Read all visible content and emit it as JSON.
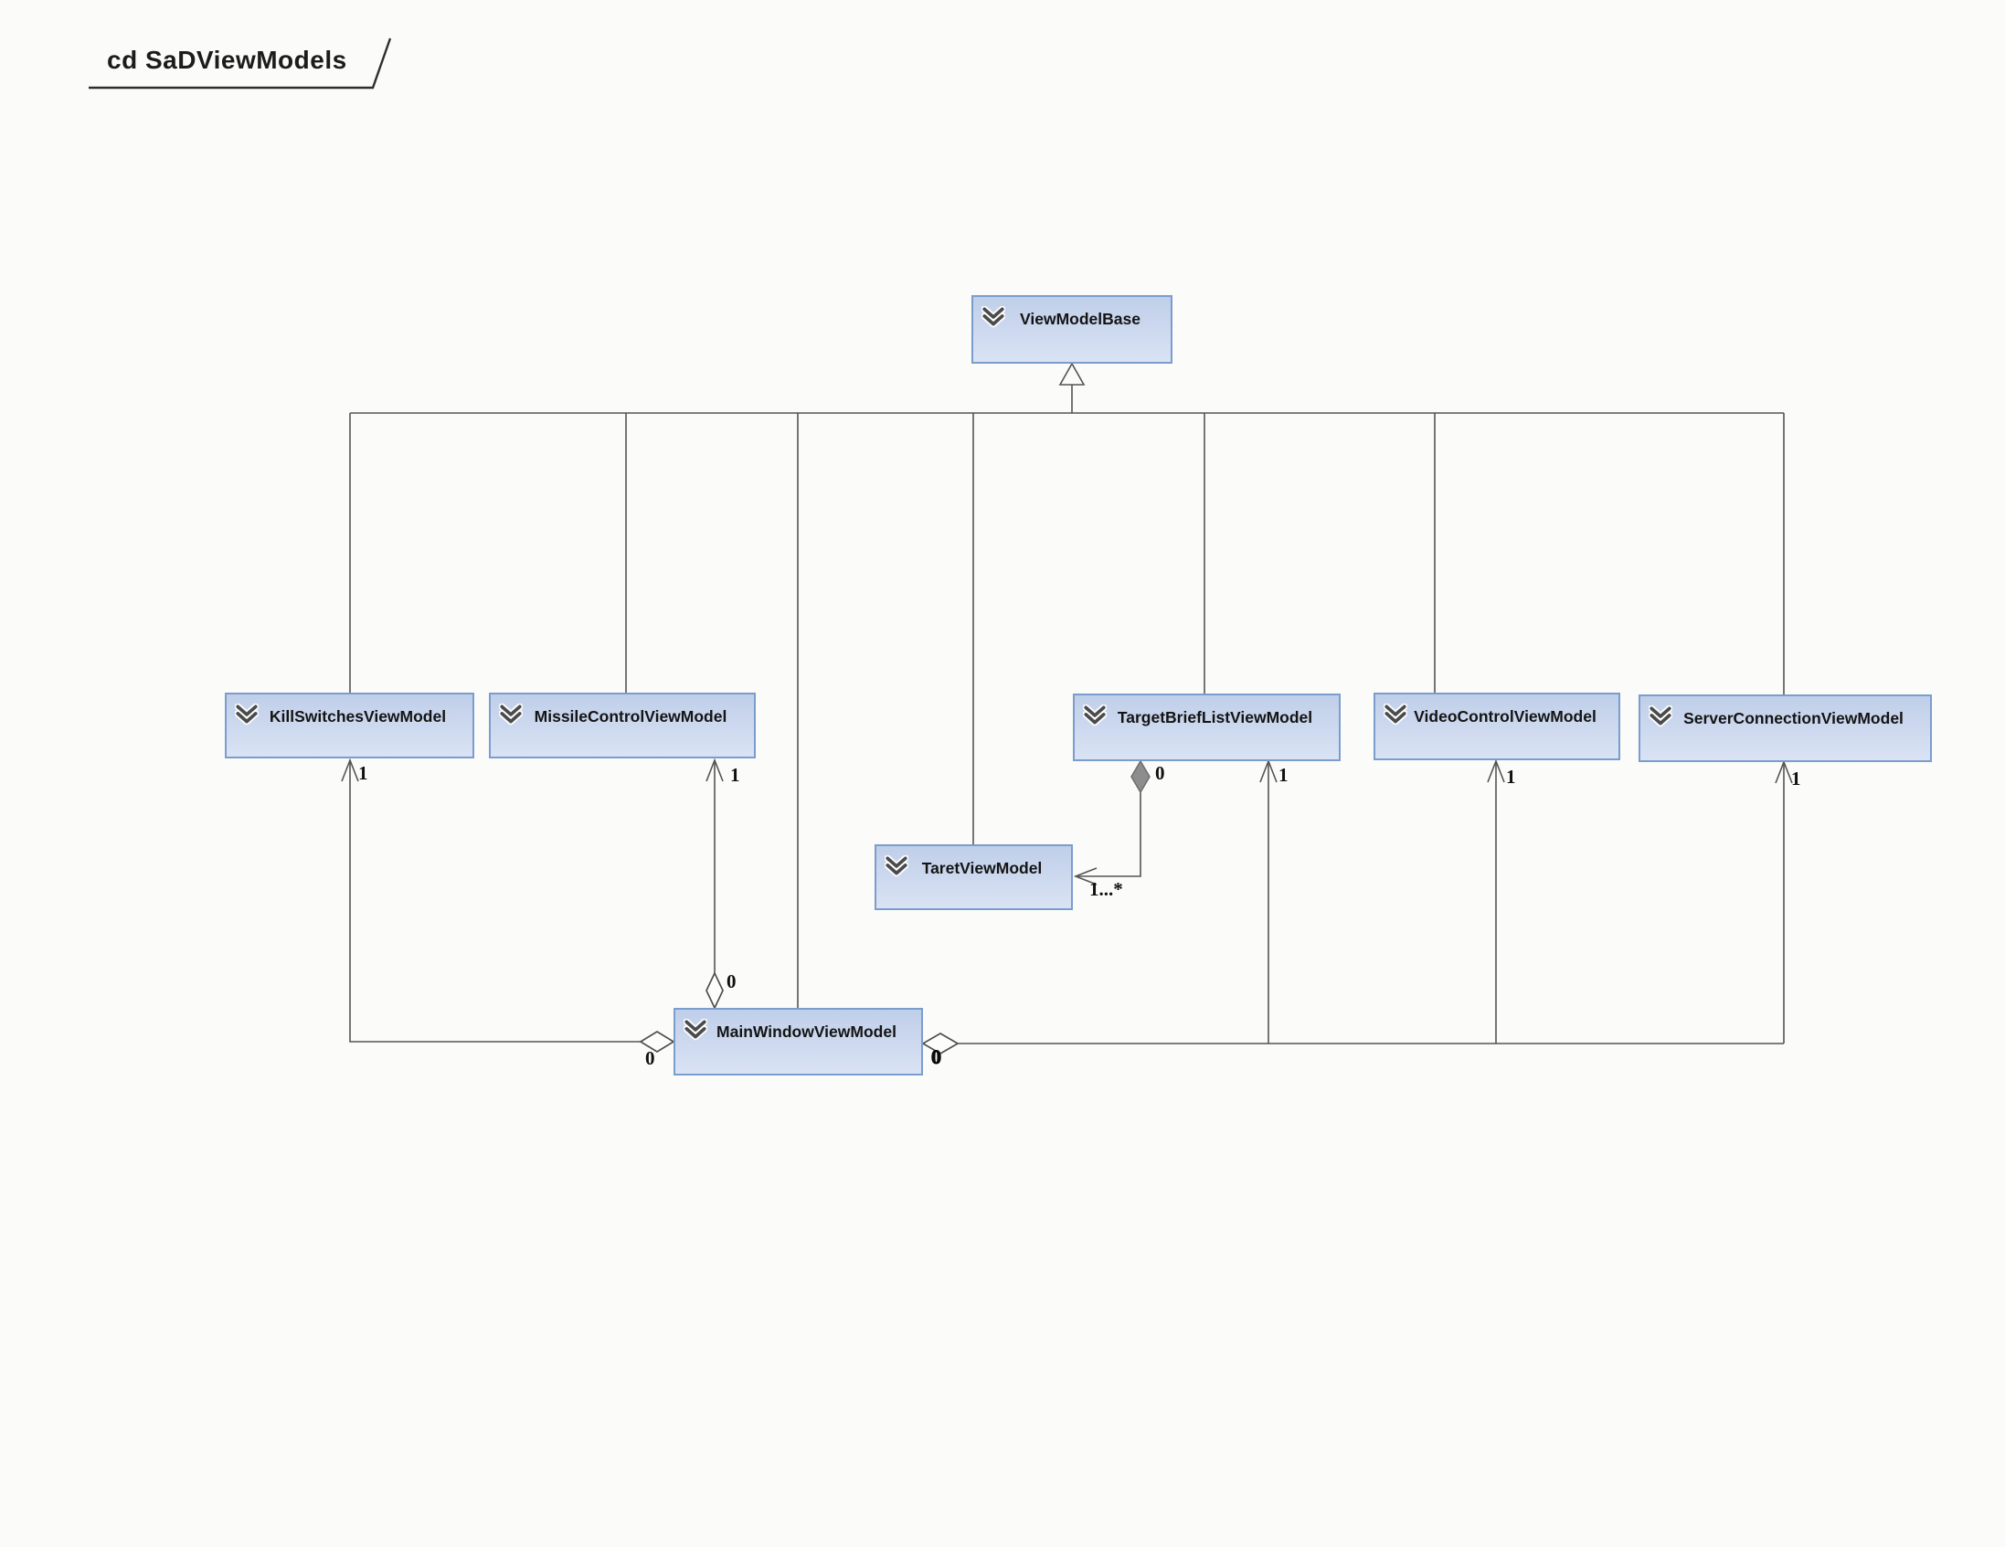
{
  "frame": {
    "title": "cd SaDViewModels"
  },
  "classes": {
    "viewmodelbase": {
      "name": "ViewModelBase"
    },
    "killswitches": {
      "name": "KillSwitchesViewModel"
    },
    "missilecontrol": {
      "name": "MissileControlViewModel"
    },
    "targetbrieflist": {
      "name": "TargetBriefListViewModel"
    },
    "videocontrol": {
      "name": "VideoControlViewModel"
    },
    "serverconnection": {
      "name": "ServerConnectionViewModel"
    },
    "taret": {
      "name": "TaretViewModel"
    },
    "mainwindow": {
      "name": "MainWindowViewModel"
    }
  },
  "icons": {
    "class_header": "double-chevron-down"
  },
  "multiplicity": {
    "killswitches_end": "1",
    "missilecontrol_end": "1",
    "targetbrieflist_end": "1",
    "videocontrol_end": "1",
    "serverconnection_end": "1",
    "aggregate_left_source": "0",
    "aggregate_top_source": "0",
    "aggregate_right_source": "0",
    "composition_source": "0",
    "composition_target": "1...*"
  },
  "colors": {
    "box_border": "#7b9dce",
    "box_fill_top": "#bfcfe9",
    "box_fill_bottom": "#d9e3f4",
    "connector": "#545454",
    "composition_diamond_fill": "#8d8d8d"
  }
}
